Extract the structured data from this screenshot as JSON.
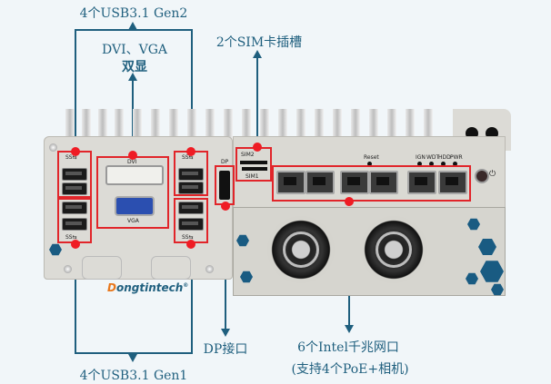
{
  "diagram": {
    "labels": {
      "usb_top": "4个USB3.1 Gen2",
      "display": "DVI、VGA",
      "display_sub": "双显",
      "sim": "2个SIM卡插槽",
      "usb_bottom": "4个USB3.1 Gen1",
      "dp": "DP接口",
      "lan": "6个Intel千兆网口",
      "lan_sub": "(支持4个PoE+相机)"
    },
    "panel_text": {
      "dvi": "DVI",
      "vga": "VGA",
      "dp": "DP",
      "sim2": "SIM2",
      "sim1": "SIM1",
      "reset": "Reset",
      "ign": "IGN",
      "wdt": "WDT",
      "hdd": "HDD",
      "pwr": "PWR",
      "usb_logo": "SS⇆",
      "power_symbol": "⏻",
      "brand": "Dongtintech",
      "brand_first": "D",
      "brand_rest": "ongtintech",
      "registered": "®"
    },
    "colors": {
      "annotation": "#1f5f7e",
      "highlight": "#e1252a",
      "brand_accent": "#e8771c",
      "hexagon": "#195b82"
    }
  }
}
